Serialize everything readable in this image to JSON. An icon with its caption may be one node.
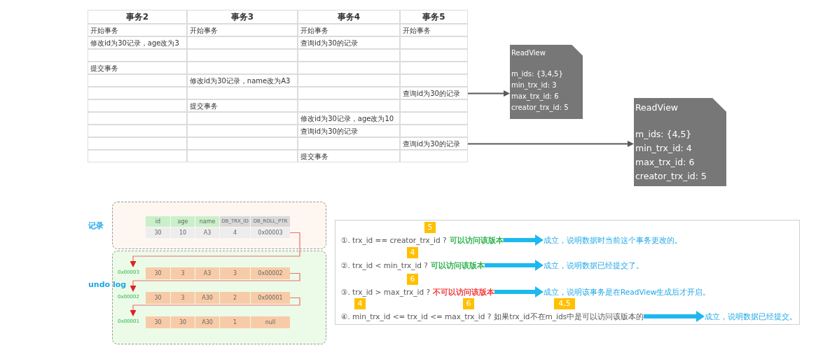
{
  "diagram": {
    "nodes": [
      {
        "text": [
          "查询id为30的记录"
        ]
      },
      {
        "text": [
          "ReadView",
          "m_ids: {3,4,5}",
          "min_trx_id: 3",
          "max_trx_id: 6",
          "creator_trx_id: 5"
        ]
      },
      {
        "text": [
          "查询id为30的记录"
        ]
      },
      {
        "text": [
          "ReadView",
          "m_ids: {4,5}",
          "min_trx_id: 4",
          "max_trx_id: 6",
          "creator_trx_id: 5"
        ]
      },
      {
        "text": [
          "记录"
        ]
      },
      {
        "text": [
          "undo log"
        ]
      },
      {
        "text": [
          "30",
          "10",
          "A3",
          "4",
          "0x00003"
        ],
        "in": 4
      },
      {
        "text": [
          "30",
          "3",
          "A3",
          "3",
          "0x00002"
        ],
        "beside": [
          "0x00003"
        ],
        "in": 5
      },
      {
        "text": [
          "30",
          "3",
          "A30",
          "2",
          "0x00001"
        ],
        "beside": [
          "0x00002"
        ],
        "in": 5
      },
      {
        "text": [
          "30",
          "30",
          "A30",
          "1",
          "null"
        ],
        "beside": [
          "0x00001"
        ],
        "in": 5
      },
      {
        "text": [],
        "shape": "box"
      },
      {
        "text": [
          "5"
        ],
        "in": 10
      },
      {
        "text": [
          "①. trx_id  == creator_trx_id ?",
          "可以访问该版本"
        ],
        "in": 10
      },
      {
        "text": [
          "成立，说明数据时当前这个事务更改的。"
        ],
        "in": 10
      },
      {
        "text": [
          "4"
        ],
        "in": 10
      },
      {
        "text": [
          "②. trx_id < min_trx_id ?",
          "可以访问该版本"
        ],
        "in": 10
      },
      {
        "text": [
          "成立，说明数据已经提交了。"
        ],
        "in": 10
      },
      {
        "text": [
          "6"
        ],
        "in": 10
      },
      {
        "text": [
          "③. trx_id > max_trx_id ?",
          "不可以访问该版本"
        ],
        "in": 10
      },
      {
        "text": [
          "成立，说明该事务是在ReadView生成后才开启。"
        ],
        "in": 10
      },
      {
        "text": [
          "4"
        ],
        "in": 10
      },
      {
        "text": [
          "6"
        ],
        "in": 10
      },
      {
        "text": [
          "4,5"
        ],
        "in": 10
      },
      {
        "text": [
          "④. min_trx_id <= trx_id <= max_trx_id ?",
          "如果trx_id不在m_ids中是可以访问该版本的"
        ],
        "in": 10
      },
      {
        "text": [
          "成立，说明数据已经提交。"
        ],
        "in": 10
      }
    ],
    "edges": [
      {
        "from": 0,
        "to": 1,
        "arrow": "to",
        "color": "#595959"
      },
      {
        "from": 2,
        "to": 3,
        "arrow": "to",
        "color": "#595959"
      },
      {
        "from": 6,
        "to": 7,
        "arrow": "to",
        "color": "#ee6e6e"
      },
      {
        "from": 7,
        "to": 8,
        "arrow": "to",
        "color": "#ee6e6e"
      },
      {
        "from": 8,
        "to": 9,
        "arrow": "to",
        "color": "#ee6e6e"
      },
      {
        "from": 12,
        "to": 13,
        "arrow": "to",
        "style": "thick",
        "color": "#1eb8f0"
      },
      {
        "from": 15,
        "to": 16,
        "arrow": "to",
        "style": "thick",
        "color": "#1eb8f0"
      },
      {
        "from": 18,
        "to": 19,
        "arrow": "to",
        "style": "thick",
        "color": "#1eb8f0"
      },
      {
        "from": 23,
        "to": 24,
        "arrow": "to",
        "style": "thick",
        "color": "#1eb8f0"
      }
    ],
    "labels": [
      "事务2",
      "事务3",
      "事务4",
      "事务5",
      "开始事务",
      "开始事务",
      "开始事务",
      "开始事务",
      "修改id为30记录，age改为3",
      "查询id为30的记录",
      "提交事务",
      "修改id为30记录，name改为A3",
      "提交事务",
      "修改id为30记录，age改为10",
      "查询id为30的记录",
      "提交事务",
      "id",
      "age",
      "name",
      "DB_TRX_ID",
      "DB_ROLL_PTR"
    ]
  }
}
